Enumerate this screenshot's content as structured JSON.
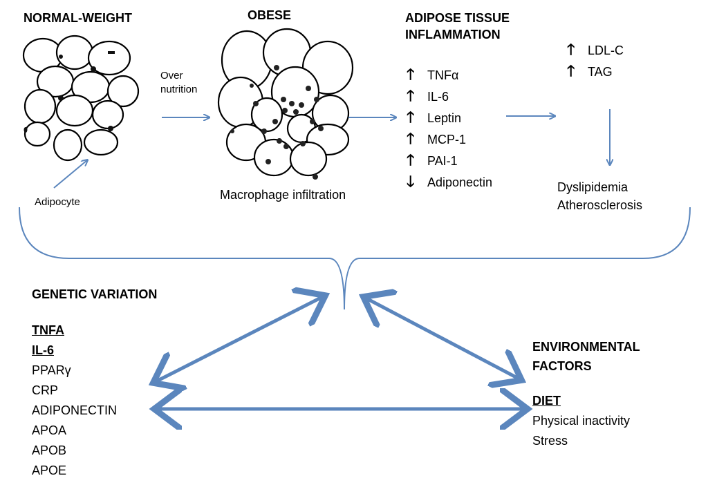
{
  "titles": {
    "normal_weight": "NORMAL-WEIGHT",
    "obese": "OBESE",
    "inflammation_line1": "ADIPOSE TISSUE",
    "inflammation_line2": "INFLAMMATION",
    "genetic": "GENETIC VARIATION",
    "env_line1": "ENVIRONMENTAL",
    "env_line2": "FACTORS"
  },
  "labels": {
    "over_line1": "Over",
    "over_line2": "nutrition",
    "adipocyte": "Adipocyte",
    "macrophage": "Macrophage infiltration"
  },
  "inflammation_markers": [
    {
      "name": "TNFα",
      "dir": "up"
    },
    {
      "name": "IL-6",
      "dir": "up"
    },
    {
      "name": "Leptin",
      "dir": "up"
    },
    {
      "name": "MCP-1",
      "dir": "up"
    },
    {
      "name": "PAI-1",
      "dir": "up"
    },
    {
      "name": "Adiponectin",
      "dir": "down"
    }
  ],
  "lipid_markers": [
    {
      "name": "LDL-C",
      "dir": "up"
    },
    {
      "name": "TAG",
      "dir": "up"
    }
  ],
  "outcomes": [
    "Dyslipidemia",
    "Atherosclerosis"
  ],
  "genes": {
    "underlined": [
      "TNFA",
      "IL-6"
    ],
    "plain": [
      "PPARγ",
      "CRP",
      "ADIPONECTIN",
      "APOA",
      "APOB",
      "APOE"
    ]
  },
  "environment": {
    "underlined": "DIET",
    "plain": [
      "Physical inactivity",
      "Stress"
    ]
  },
  "colors": {
    "arrow": "#5b86bd",
    "cell_stroke": "#000000"
  }
}
